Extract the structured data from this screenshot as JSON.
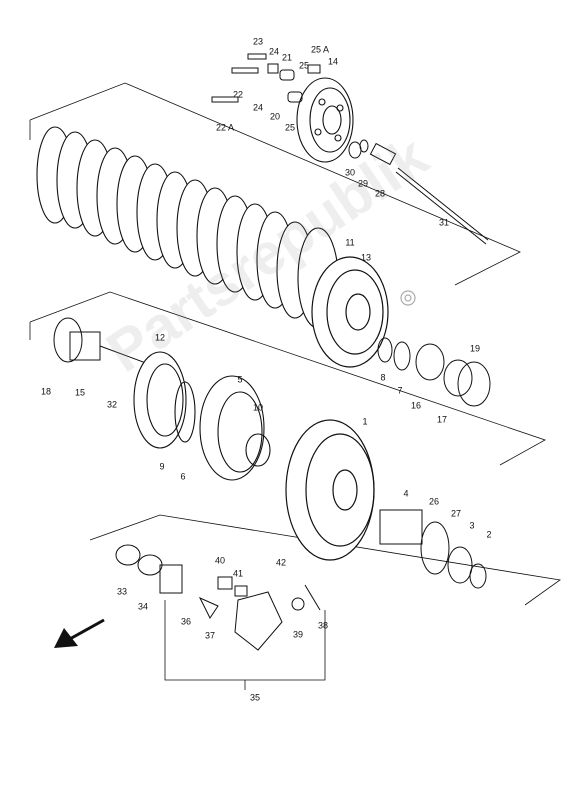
{
  "watermark": "Partsrepublik",
  "part_labels": {
    "p1": "1",
    "p2": "2",
    "p3": "3",
    "p4": "4",
    "p5": "5",
    "p6": "6",
    "p7": "7",
    "p8": "8",
    "p9": "9",
    "p10": "10",
    "p11": "11",
    "p12": "12",
    "p13": "13",
    "p14": "14",
    "p15": "15",
    "p16": "16",
    "p17": "17",
    "p18": "18",
    "p19": "19",
    "p20": "20",
    "p21": "21",
    "p22": "22",
    "p22a": "22 A",
    "p23": "23",
    "p24a": "24",
    "p24b": "24",
    "p25a": "25",
    "p25b": "25",
    "p25c": "25 A",
    "p26": "26",
    "p27": "27",
    "p28": "28",
    "p29": "29",
    "p30": "30",
    "p31": "31",
    "p32": "32",
    "p33": "33",
    "p34": "34",
    "p35": "35",
    "p36": "36",
    "p37": "37",
    "p38": "38",
    "p39": "39",
    "p40": "40",
    "p41": "41",
    "p42": "42"
  },
  "icons": {
    "direction": "arrow-down-left-icon",
    "gear": "gear-icon"
  }
}
